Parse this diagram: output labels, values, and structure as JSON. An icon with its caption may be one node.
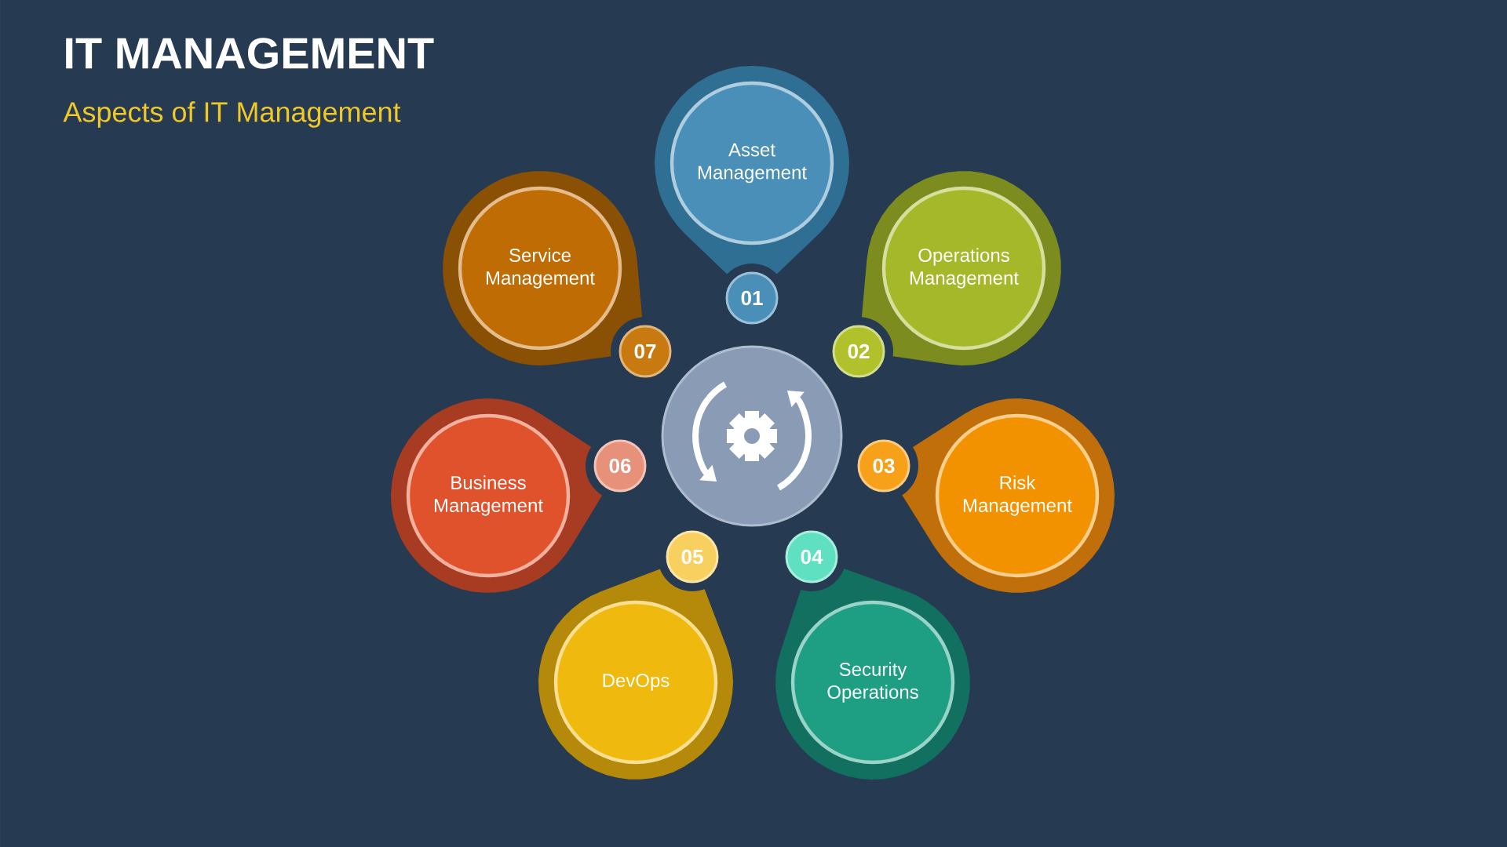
{
  "diagram": {
    "title": "IT MANAGEMENT",
    "nodes": [
      {
        "text": [
          "Asset Management"
        ]
      },
      {
        "text": [
          "01"
        ]
      },
      {
        "text": [
          "Operations Management"
        ]
      },
      {
        "text": [
          "02"
        ]
      },
      {
        "text": [
          "Risk Management"
        ]
      },
      {
        "text": [
          "03"
        ]
      },
      {
        "text": [
          "Security Operations"
        ]
      },
      {
        "text": [
          "04"
        ]
      },
      {
        "text": [
          "DevOps"
        ]
      },
      {
        "text": [
          "05"
        ]
      },
      {
        "text": [
          "Business Management"
        ]
      },
      {
        "text": [
          "06"
        ]
      },
      {
        "text": [
          "Service Management"
        ]
      },
      {
        "text": [
          "07"
        ]
      },
      {
        "text": [],
        "shape": "circle"
      }
    ],
    "labels": [
      "Aspects of IT Management"
    ]
  }
}
